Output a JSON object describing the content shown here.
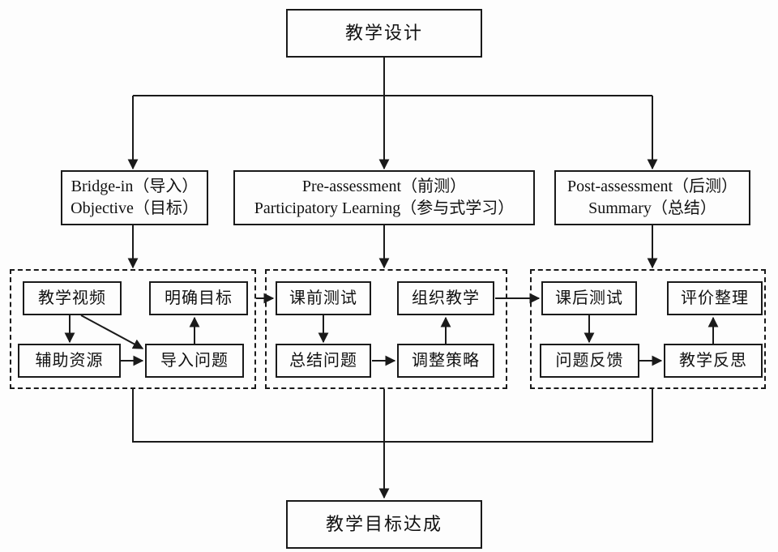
{
  "diagram": {
    "title": "教学设计",
    "result": "教学目标达成",
    "branches": [
      {
        "line1": "Bridge-in（导入）",
        "line2": "Objective（目标）"
      },
      {
        "line1": "Pre-assessment（前测）",
        "line2": "Participatory Learning（参与式学习）"
      },
      {
        "line1": "Post-assessment（后测）",
        "line2": "Summary（总结）"
      }
    ],
    "groups": [
      {
        "top_left": "教学视频",
        "top_right": "明确目标",
        "bottom_left": "辅助资源",
        "bottom_right": "导入问题"
      },
      {
        "top_left": "课前测试",
        "top_right": "组织教学",
        "bottom_left": "总结问题",
        "bottom_right": "调整策略"
      },
      {
        "top_left": "课后测试",
        "top_right": "评价整理",
        "bottom_left": "问题反馈",
        "bottom_right": "教学反思"
      }
    ],
    "colors": {
      "line": "#1a1a1a",
      "background": "#fdfdfd"
    }
  }
}
